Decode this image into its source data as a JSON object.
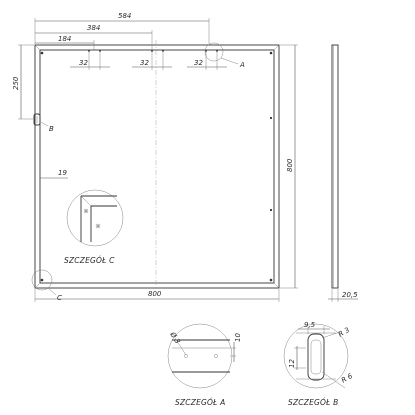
{
  "dimensions": {
    "top_width_overall": "584",
    "top_width_mid": "384",
    "top_width_small": "184",
    "spacing_1": "32",
    "spacing_2": "32",
    "spacing_3": "32",
    "left_height": "250",
    "right_height": "800",
    "bottom_width": "800",
    "inner_offset": "19",
    "side_depth": "20,5"
  },
  "callouts": {
    "detail_a": "A",
    "detail_b": "B",
    "detail_c": "C"
  },
  "details": {
    "caption_c": "SZCZEGÓŁ C",
    "caption_a": "SZCZEGÓŁ A",
    "caption_b": "SZCZEGÓŁ B",
    "a_hole_diameter": "Ø 3",
    "a_dim_10": "10",
    "b_dim_95": "9,5",
    "b_dim_12": "12",
    "b_radius_3": "R 3",
    "b_radius_6": "R 6"
  }
}
